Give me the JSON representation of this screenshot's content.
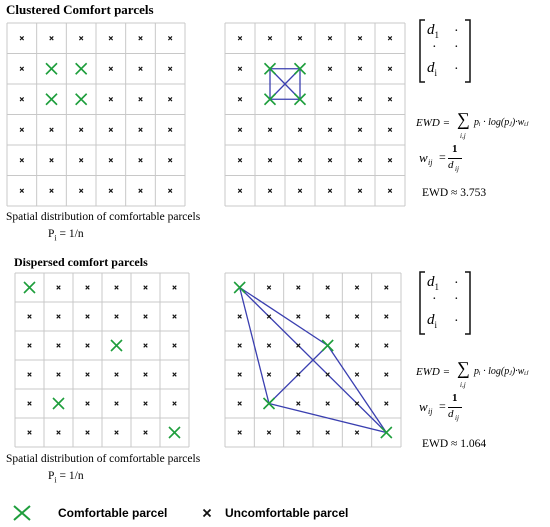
{
  "sections": [
    {
      "title": "Clustered Comfort parcels",
      "caption": "Spatial distribution of comfortable parcels",
      "p_label": "P",
      "p_sub": "i",
      "p_value": "= 1/n",
      "ewd_value": "EWD ≈ 3.753",
      "comfortable_cells": [
        [
          1,
          1
        ],
        [
          1,
          2
        ],
        [
          2,
          1
        ],
        [
          2,
          2
        ]
      ],
      "connected_cells": [
        [
          1,
          1
        ],
        [
          1,
          2
        ],
        [
          2,
          1
        ],
        [
          2,
          2
        ]
      ],
      "edges": [
        [
          0,
          1
        ],
        [
          0,
          2
        ],
        [
          1,
          3
        ],
        [
          2,
          3
        ],
        [
          0,
          3
        ],
        [
          1,
          2
        ]
      ]
    },
    {
      "title": "Dispersed comfort parcels",
      "caption": "Spatial distribution of comfortable parcels",
      "p_label": "P",
      "p_sub": "i",
      "p_value": "= 1/n",
      "ewd_value": "EWD ≈ 1.064",
      "comfortable_cells": [
        [
          0,
          0
        ],
        [
          2,
          3
        ],
        [
          4,
          1
        ],
        [
          5,
          5
        ]
      ],
      "connected_cells": [
        [
          0,
          0
        ],
        [
          2,
          3
        ],
        [
          4,
          1
        ],
        [
          5,
          5
        ]
      ],
      "edges": [
        [
          0,
          1
        ],
        [
          0,
          2
        ],
        [
          0,
          3
        ],
        [
          1,
          2
        ],
        [
          1,
          3
        ],
        [
          2,
          3
        ]
      ]
    }
  ],
  "matrix": {
    "row1": "d",
    "row1_sub": "1",
    "row2": "·",
    "row3": "d",
    "row3_sub": "i",
    "dot": "·"
  },
  "formula": {
    "ewd_lhs": "EWD =",
    "sum_symbol": "∑",
    "sum_index": "i,j",
    "ewd_rhs": "pᵢ · log(pⱼ)·wᵢⱼ",
    "w_lhs": "w",
    "w_sub": "ij",
    "w_eq": "=",
    "w_num": "1",
    "w_den": "d",
    "w_den_sub": "ij"
  },
  "legend": {
    "comfortable": "Comfortable parcel",
    "uncomfortable": "Uncomfortable parcel"
  },
  "colors": {
    "green": "#1e9e3c",
    "blue": "#3a3fb0",
    "grid": "#c8c8c8",
    "black": "#111111"
  }
}
